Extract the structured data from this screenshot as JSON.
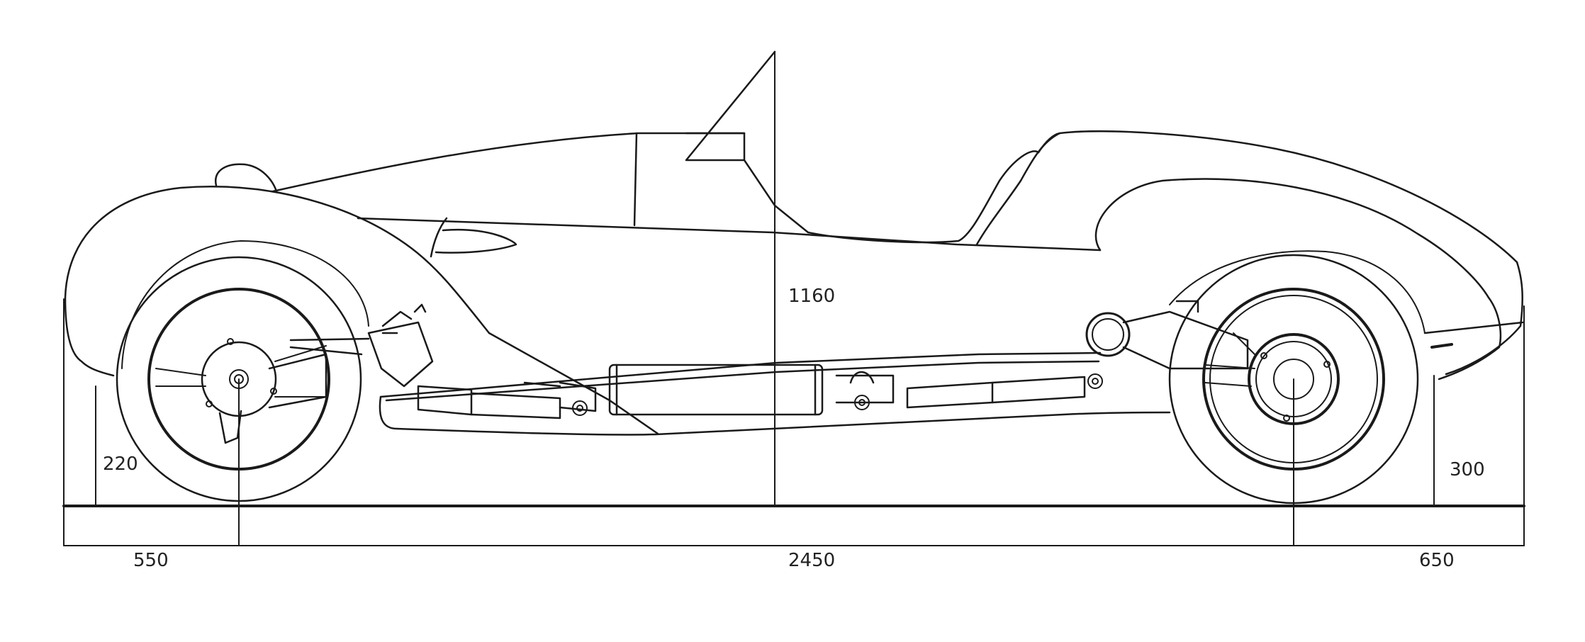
{
  "dimensions": {
    "front_overhang": "550",
    "wheelbase": "2450",
    "rear_overhang": "650",
    "overall_height": "1160",
    "front_clearance": "220",
    "rear_clearance": "300"
  }
}
